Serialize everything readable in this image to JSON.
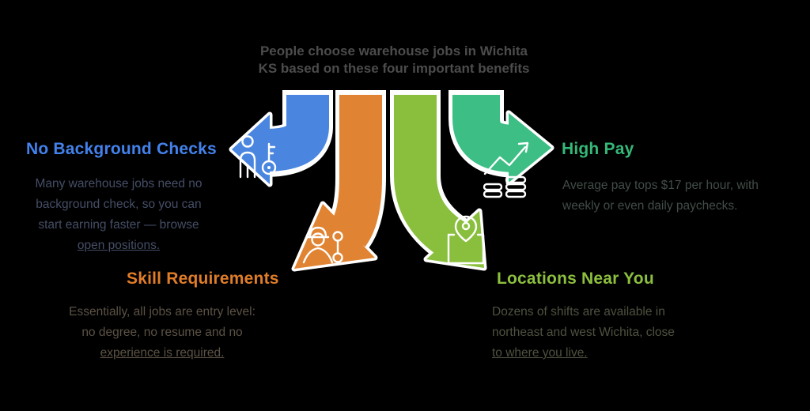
{
  "title": {
    "line1": "People choose warehouse jobs in Wichita",
    "line2": "KS based on these four important benefits"
  },
  "benefits": {
    "no_background_checks": {
      "heading": "No Background Checks",
      "lines": [
        "Many warehouse jobs need no",
        "background check, so you can",
        "start earning faster — browse"
      ],
      "link": "open positions."
    },
    "skill_requirements": {
      "heading": "Skill Requirements",
      "lines": [
        "Essentially, all jobs are entry level:",
        "no degree, no resume and no"
      ],
      "link": "experience is required."
    },
    "high_pay": {
      "heading": "High Pay",
      "lines": [
        "Average pay tops $17 per hour, with",
        "weekly or even daily paychecks."
      ],
      "link": ""
    },
    "locations_near_you": {
      "heading": "Locations Near You",
      "lines": [
        "Dozens of shifts are available in",
        "northeast and west Wichita, close"
      ],
      "link": "to where you live."
    }
  },
  "icons": {
    "blue": "person-key-icon",
    "orange": "worker-wrench-icon",
    "green": "chart-coins-icon",
    "light_green": "map-pin-box-icon"
  },
  "colors": {
    "background": "#000000",
    "title_text": "#4c4c4c",
    "blue": "#4a86e0",
    "orange": "#e08434",
    "green": "#3dbe85",
    "light_green": "#8abf3e",
    "blue_heading": "#4382ec",
    "orange_heading": "#e07d28",
    "green_heading": "#35b878",
    "light_green_heading": "#8cbf3e",
    "blue_body": "#454e66",
    "orange_body": "#5c5245",
    "green_body": "#424d47",
    "light_green_body": "#4d523f",
    "outline": "#ffffff"
  }
}
